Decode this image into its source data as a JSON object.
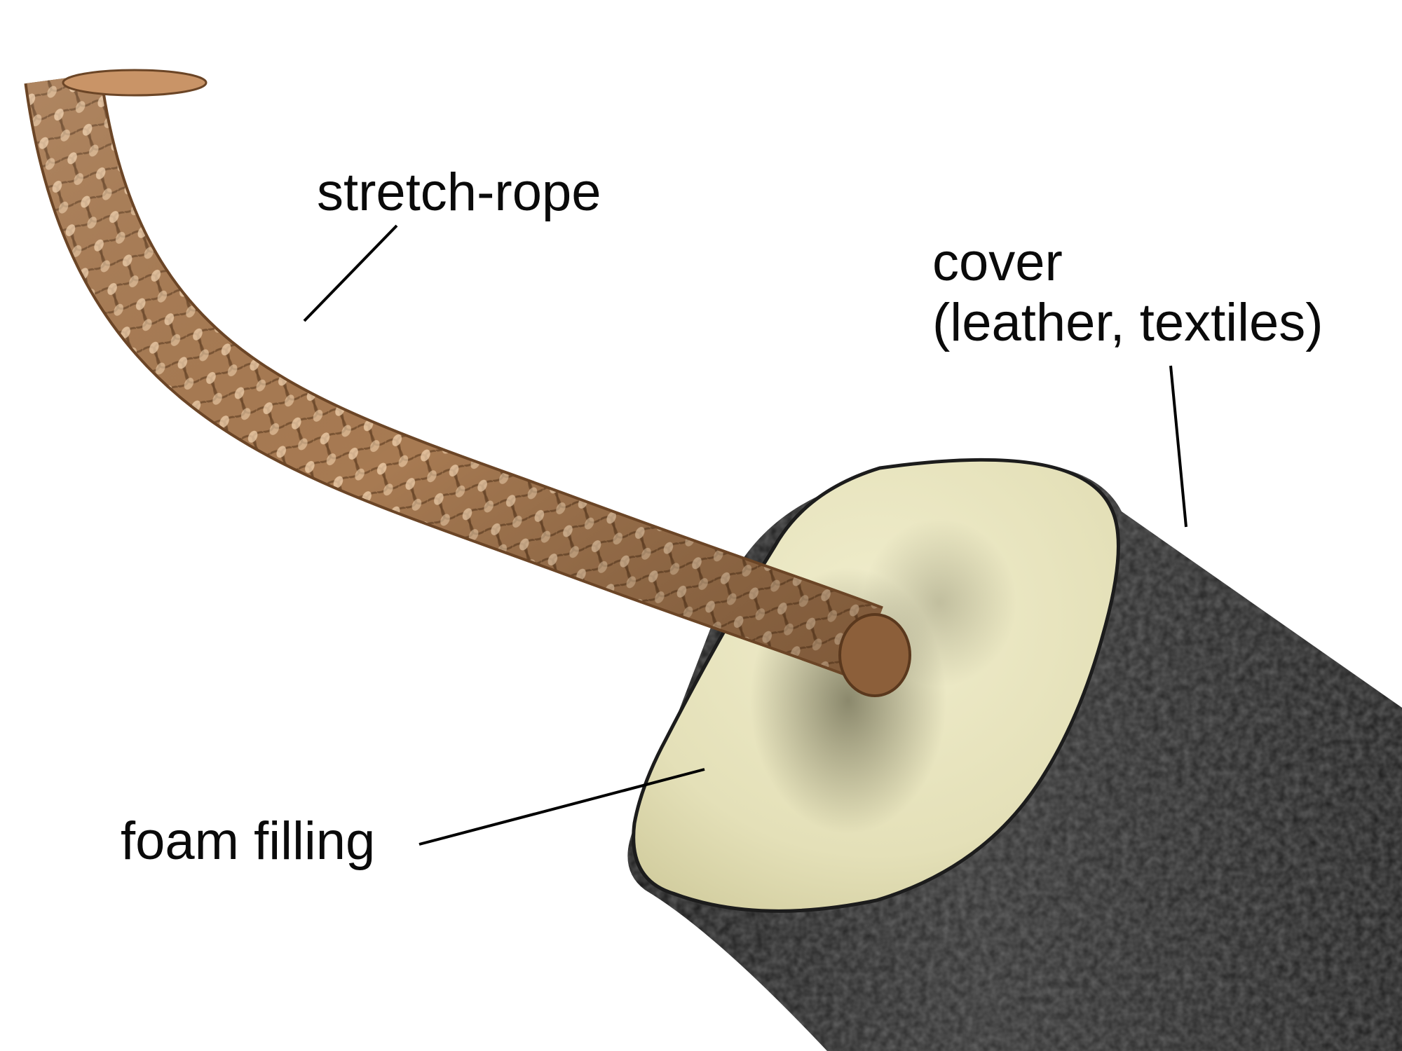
{
  "labels": {
    "stretch_rope": "stretch-rope",
    "cover_line1": "cover",
    "cover_line2": "(leather, textiles)",
    "foam_filling": "foam filling"
  },
  "colors": {
    "background": "#ffffff",
    "rope": "#b0835a",
    "foam": "#e9e6c2",
    "cover": "#2b2b2b",
    "leader_lines": "#000000",
    "text": "#0a0a0a"
  }
}
